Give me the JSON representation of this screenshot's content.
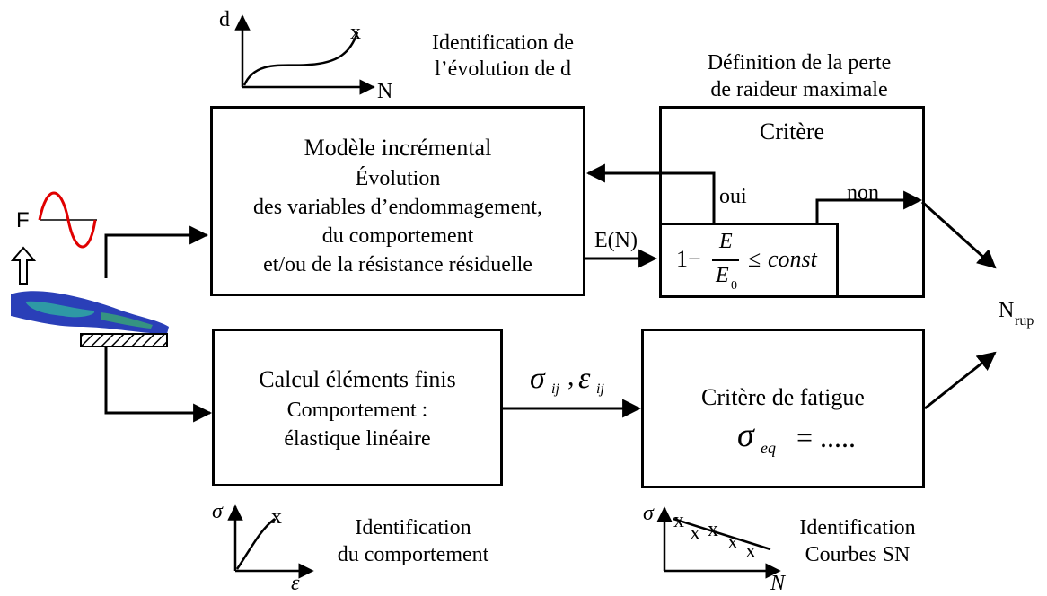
{
  "top_plot": {
    "y_axis": "d",
    "x_axis": "N",
    "marker": "x"
  },
  "top_caption": [
    "Identification de",
    "l’évolution de d"
  ],
  "criteria_caption": [
    "Définition de la perte",
    "de raideur maximale"
  ],
  "incremental_box": {
    "title": "Modèle incrémental",
    "lines": [
      "Évolution",
      "des variables d’endommagement,",
      "du comportement",
      "et/ou de la résistance résiduelle"
    ]
  },
  "criterion_box": {
    "title": "Critère",
    "yes": "oui",
    "no": "non",
    "formula": {
      "one_minus": "1−",
      "num": "E",
      "den": "E",
      "den_sub": "0",
      "rel": "≤",
      "rhs": "const"
    }
  },
  "arrow_label_EN": "E(N)",
  "load_label": "F",
  "fe_box": {
    "title": "Calcul éléments finis",
    "lines": [
      "Comportement :",
      "élastique linéaire"
    ]
  },
  "stress_strain_label": {
    "s": "σ",
    "s_sub": "ij",
    "sep": ",",
    "e": "ε",
    "e_sub": "ij"
  },
  "fatigue_box": {
    "title": "Critère de fatigue",
    "s": "σ",
    "s_sub": "eq",
    "rhs": "= ....."
  },
  "output": {
    "main": "N",
    "sub": "rup"
  },
  "bottom_left_plot": {
    "y_axis": "σ",
    "x_axis": "ε",
    "marker": "x"
  },
  "bottom_left_caption": [
    "Identification",
    "du comportement"
  ],
  "bottom_right_plot": {
    "y_axis": "σ",
    "x_axis": "N",
    "markers": [
      "x",
      "x",
      "x",
      "x",
      "x"
    ]
  },
  "bottom_right_caption": [
    "Identification",
    "Courbes SN"
  ]
}
